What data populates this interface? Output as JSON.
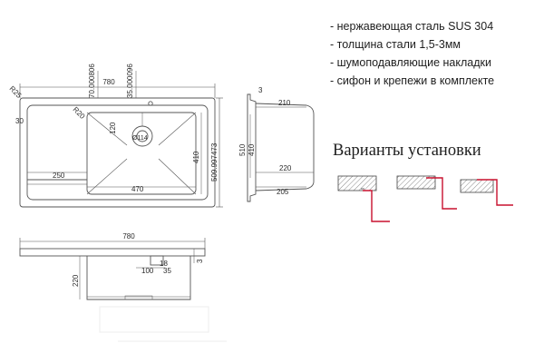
{
  "features": [
    "- нержавеющая сталь SUS 304",
    "- толщина стали 1,5-3мм",
    "- шумоподавляющие накладки",
    "- сифон и крепежи в комплекте"
  ],
  "install_title": "Варианты установки",
  "top_view": {
    "width": "780",
    "width_top": "70.000806",
    "center_offset": "35.000096",
    "radius_corner": "R25",
    "radius_bowl": "R20",
    "height_total": "509.997473",
    "edge": "30",
    "drain_offset": "120",
    "drain_diameter": "Ø114",
    "bowl_height": "410",
    "wing_width": "250",
    "bowl_width": "470"
  },
  "side_view": {
    "top_gap": "3",
    "top_width": "210",
    "height": "510",
    "bowl_height": "410",
    "mid_width": "220",
    "bottom_width": "205"
  },
  "front_view": {
    "width": "780",
    "depth": "220",
    "drain_width": "100",
    "small_a": "35",
    "small_b": "18",
    "small_c": "3"
  },
  "colors": {
    "line": "#555555",
    "accent": "#c8102e",
    "hatch": "#888888"
  }
}
